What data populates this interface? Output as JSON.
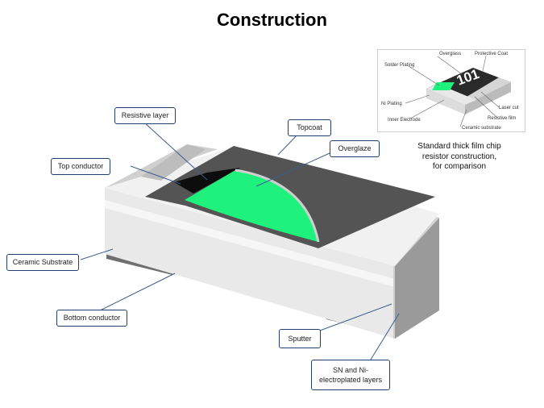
{
  "title": "Construction",
  "callouts": {
    "resistive_layer": "Resistive layer",
    "topcoat": "Topcoat",
    "overglaze": "Overglaze",
    "top_conductor": "Top conductor",
    "ceramic_substrate": "Ceramic Substrate",
    "bottom_conductor": "Bottom conductor",
    "sputter": "Sputter",
    "sn_ni_line1": "SN and Ni-",
    "sn_ni_line2": "electroplated layers"
  },
  "inset": {
    "marking": "101",
    "labels": {
      "overglass": "Overglass",
      "protective_coat": "Protective Coat",
      "solder_plating": "Solder Plating",
      "ni_plating": "Ni Plating",
      "inner_electrode": "Inner Electrode",
      "laser_cut": "Laser cut",
      "resistive_film": "Resistive film",
      "ceramic_substrate": "Ceramic substrate"
    },
    "caption_line1": "Standard thick film chip",
    "caption_line2": "resistor construction,",
    "caption_line3": "for comparison"
  },
  "colors": {
    "resistive_green": "#1ef27c",
    "topcoat_dark": "#545454",
    "substrate_light": "#e6e6e6",
    "callout_border": "#1f3f6e"
  }
}
